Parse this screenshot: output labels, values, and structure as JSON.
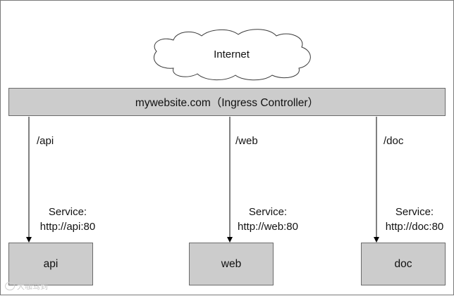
{
  "colors": {
    "box_fill": "#cccccc",
    "line": "#000000",
    "border": "#6b6b6b"
  },
  "internet": {
    "label": "Internet",
    "icon": "cloud-icon"
  },
  "ingress": {
    "label": "mywebsite.com（Ingress Controller）"
  },
  "routes": [
    {
      "path": "/api",
      "service_label": "Service:",
      "service_url": "http://api:80",
      "target": "api"
    },
    {
      "path": "/web",
      "service_label": "Service:",
      "service_url": "http://web:80",
      "target": "web"
    },
    {
      "path": "/doc",
      "service_label": "Service:",
      "service_url": "http://doc:80",
      "target": "doc"
    }
  ],
  "watermark": {
    "text": "大咖驾到"
  }
}
